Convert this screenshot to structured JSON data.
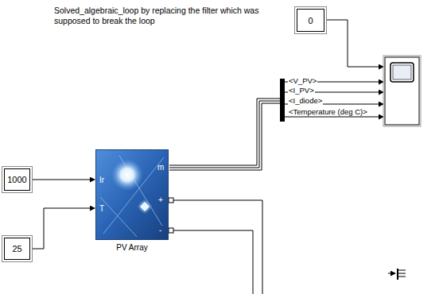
{
  "diagram": {
    "nodes": [
      {
        "text": [
          "0"
        ]
      },
      {
        "text": [
          "1000"
        ]
      },
      {
        "text": [
          "Ir",
          "T",
          "m",
          "+",
          "-",
          "PV Array"
        ]
      },
      {
        "text": [
          "25"
        ]
      }
    ],
    "edges": [
      {
        "from": 1,
        "to": 2,
        "arrow": "to"
      },
      {
        "from": 3,
        "to": 2,
        "arrow": "to"
      }
    ],
    "labels": [
      "Solved_algebraic_loop by replacing the filter which was supposed to break the loop",
      "<V_PV>",
      "<I_PV>",
      "<I_diode>",
      "<Temperature (deg C)>"
    ]
  }
}
